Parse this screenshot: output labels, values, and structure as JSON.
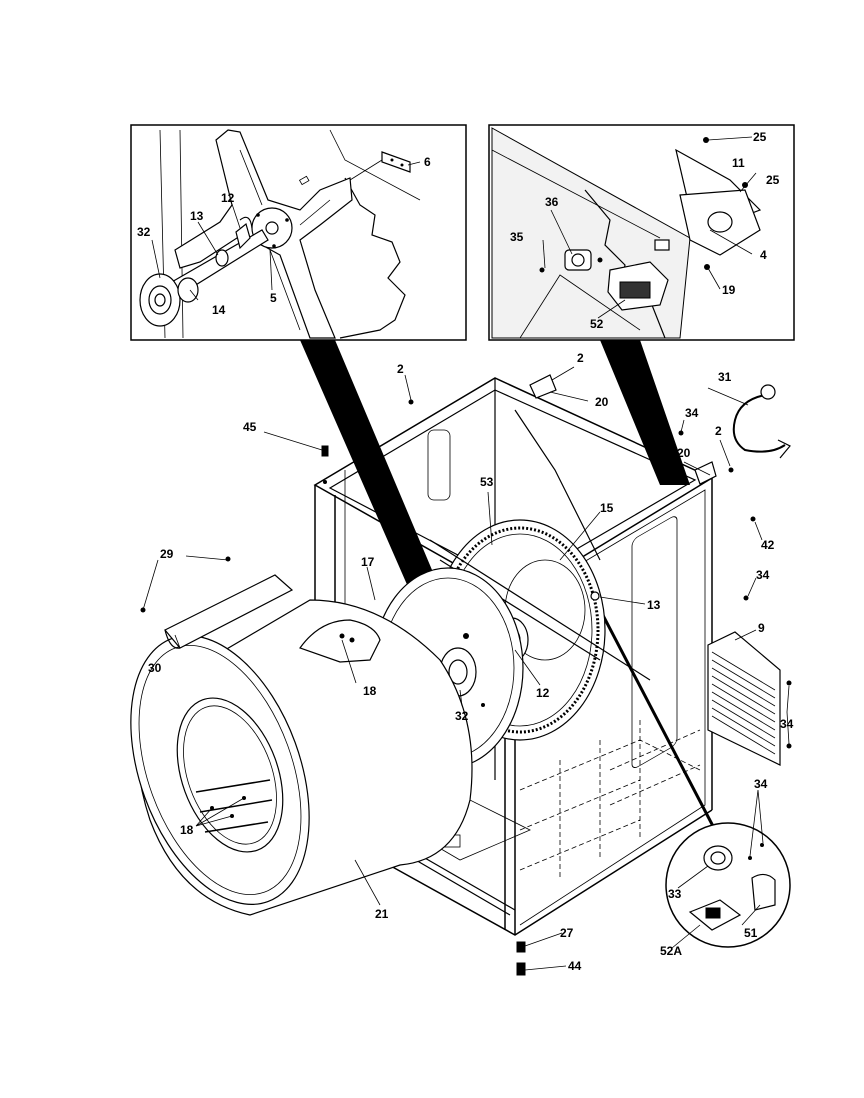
{
  "callouts": {
    "inset_left": {
      "p6": "6",
      "p12": "12",
      "p13": "13",
      "p32": "32",
      "p14": "14",
      "p5": "5"
    },
    "inset_right": {
      "p25a": "25",
      "p11": "11",
      "p25b": "25",
      "p36": "36",
      "p35": "35",
      "p4": "4",
      "p19": "19",
      "p52": "52"
    },
    "main": {
      "p2a": "2",
      "p2b": "2",
      "p20a": "20",
      "p31": "31",
      "p45": "45",
      "p34a": "34",
      "p2c": "2",
      "p20b": "20",
      "p53": "53",
      "p15": "15",
      "p42": "42",
      "p29": "29",
      "p17": "17",
      "p34b": "34",
      "p13": "13",
      "p9": "9",
      "p30": "30",
      "p18a": "18",
      "p12": "12",
      "p32": "32",
      "p34c": "34",
      "p18b": "18",
      "p34d": "34",
      "p33": "33",
      "p21": "21",
      "p27": "27",
      "p51": "51",
      "p52A": "52A",
      "p44": "44"
    }
  }
}
